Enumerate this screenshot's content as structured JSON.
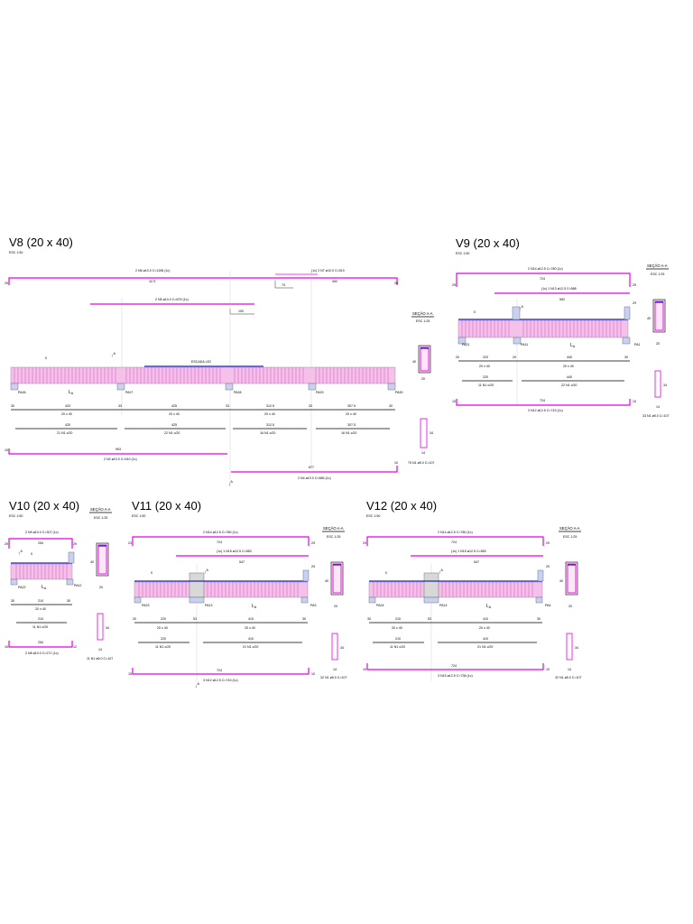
{
  "beams": [
    {
      "id": "v8",
      "title": "V8 (20 x 40)",
      "scale": "ESC 1:50",
      "top_bars": [
        "2 N6 ø10.0  C=1198  (1c)",
        "(1c)  2 N7 ø10.0  C=519"
      ],
      "top_lengths": [
        "1171",
        "74",
        "492"
      ],
      "neg_bar": "2 N5 ø10.0  C=675  (1c)",
      "neg_length": "100",
      "note": "ESCADA LE2",
      "mark_zero": "0",
      "axis_labels": [
        "A",
        "A"
      ],
      "la": "L",
      "la_sub": "A",
      "supports": [
        "PA26",
        "PA27",
        "PA28",
        "PA29",
        "PA30"
      ],
      "support_dims": [
        "30",
        "33",
        "33",
        "33",
        "30"
      ],
      "spans": [
        "420",
        "425",
        "312.5",
        "307.5"
      ],
      "sections": [
        "20 x 40",
        "20 x 40",
        "20 x 40",
        "20 x 40"
      ],
      "stirrup_lengths": [
        "420",
        "425",
        "312.5",
        "307.5"
      ],
      "stirrups": [
        "21 N1 c/20",
        "22 N1 c/20",
        "16 N1 c/20",
        "16 N1 c/20"
      ],
      "bottom_bar_len": "903",
      "bottom_bar": "2 N2 ø10.0  C=910  (1c)",
      "bottom_bar2_len": "677",
      "bottom_bar2": "2 N4 ø10.0  C=685  (1c)",
      "hook_left": "29",
      "hook_right": "29",
      "hook_bl": "10",
      "hook_br": "10",
      "section_title": "SEÇÃO A-A",
      "section_scale": "ESC 1:25",
      "section_h": "40",
      "section_w": "20",
      "stirrup_detail_h": "34",
      "stirrup_detail_w": "14",
      "stirrup_detail_label": "75 N1 ø5.0  C=107"
    },
    {
      "id": "v9",
      "title": "V9 (20 x 40)",
      "scale": "ESC 1:50",
      "top_bars": [
        "2 N14 ø12.5  C=780  (1c)"
      ],
      "top_lengths": [
        "724"
      ],
      "neg_bar": "(1c) 1 N13 ø12.5  C=588",
      "neg_length": "552",
      "mark_zero": "0",
      "axis_labels": [
        "A",
        "A"
      ],
      "la": "L",
      "la_sub": "A",
      "supports": [
        "PA21",
        "PA11",
        "PA1"
      ],
      "support_dims": [
        "20",
        "20",
        "30"
      ],
      "spans": [
        "220",
        "440"
      ],
      "sections": [
        "20 x 40",
        "20 x 40"
      ],
      "stirrup_lengths": [
        "220",
        "440"
      ],
      "stirrups": [
        "11 N1 c/20",
        "22 N1 c/20"
      ],
      "bottom_bar_len": "724",
      "bottom_bar": "3 N12 ø12.5  C=743  (1c)",
      "hook_left": "29",
      "hook_right": "29",
      "hook_bl": "10",
      "hook_br": "10",
      "section_title": "SEÇÃO A-A",
      "section_scale": "ESC 1:25",
      "section_h": "40",
      "section_w": "20",
      "stirrup_detail_h": "34",
      "stirrup_detail_w": "14",
      "stirrup_detail_label": "33 N1 ø5.0  C=107"
    },
    {
      "id": "v10",
      "title": "V10 (20 x 40)",
      "scale": "ESC 1:50",
      "top_bars": [
        "2 N9 ø10.0  C=307  (1c)"
      ],
      "top_lengths": [
        "254"
      ],
      "mark_zero": "0",
      "axis_labels": [
        "A"
      ],
      "la": "L",
      "la_sub": "A",
      "supports": [
        "PA22",
        "PA12"
      ],
      "support_dims": [
        "30",
        "30"
      ],
      "spans": [
        "210"
      ],
      "sections": [
        "20 x 40"
      ],
      "stirrup_lengths": [
        "210"
      ],
      "stirrups": [
        "11 N1 c/20"
      ],
      "bottom_bar_len": "254",
      "bottom_bar": "2 N8 ø10.0  C=271  (1c)",
      "hook_left": "29",
      "hook_right": "29",
      "hook_bl": "10",
      "hook_br": "12",
      "section_title": "SEÇÃO A-A",
      "section_scale": "ESC 1:25",
      "section_h": "40",
      "section_w": "20",
      "stirrup_detail_h": "34",
      "stirrup_detail_w": "14",
      "stirrup_detail_label": "11 N1 ø5.0  C=107"
    },
    {
      "id": "v11",
      "title": "V11 (20 x 40)",
      "scale": "ESC 1:50",
      "top_bars": [
        "2 N14 ø12.5  C=780  (1c)"
      ],
      "top_lengths": [
        "724"
      ],
      "neg_bar": "(1c) 1 N15 ø12.5  C=583",
      "neg_length": "547",
      "mark_zero": "0",
      "axis_labels": [
        "A",
        "A"
      ],
      "la": "L",
      "la_sub": "A",
      "supports": [
        "PA23",
        "PA13",
        "PA3"
      ],
      "support_dims": [
        "20",
        "53",
        "30"
      ],
      "spans": [
        "220",
        "410"
      ],
      "sections": [
        "20 x 40",
        "20 x 40"
      ],
      "stirrup_lengths": [
        "220",
        "410"
      ],
      "stirrups": [
        "11 N1 c/20",
        "21 N1 c/20"
      ],
      "bottom_bar_len": "724",
      "bottom_bar": "3 N12 ø12.5  C=743  (1c)",
      "hook_left": "23",
      "hook_right": "29",
      "hook_bl": "15",
      "hook_br": "10",
      "section_title": "SEÇÃO A-A",
      "section_scale": "ESC 1:25",
      "section_h": "40",
      "section_w": "20",
      "stirrup_detail_h": "34",
      "stirrup_detail_w": "14",
      "stirrup_detail_label": "32 N1 ø5.0  C=107"
    },
    {
      "id": "v12",
      "title": "V12 (20 x 40)",
      "scale": "ESC 1:50",
      "top_bars": [
        "2 N14 ø12.5  C=780  (1c)"
      ],
      "top_lengths": [
        "724"
      ],
      "neg_bar": "(1c) 1 N15 ø12.5  C=583",
      "neg_length": "547",
      "mark_zero": "0",
      "axis_labels": [
        "A",
        "A"
      ],
      "la": "L",
      "la_sub": "A",
      "supports": [
        "PA24",
        "PA14",
        "PA4"
      ],
      "support_dims": [
        "30",
        "53",
        "30"
      ],
      "spans": [
        "210",
        "410"
      ],
      "sections": [
        "20 x 40",
        "20 x 40"
      ],
      "stirrup_lengths": [
        "210",
        "410"
      ],
      "stirrups": [
        "11 N1 c/20",
        "21 N1 c/20"
      ],
      "bottom_bar_len": "724",
      "bottom_bar": "3 N15 ø12.5  C=738  (1c)",
      "hook_left": "29",
      "hook_right": "29",
      "hook_bl": "10",
      "hook_br": "10",
      "section_title": "SEÇÃO A-A",
      "section_scale": "ESC 1:25",
      "section_h": "40",
      "section_w": "20",
      "stirrup_detail_h": "34",
      "stirrup_detail_w": "14",
      "stirrup_detail_label": "32 N1 ø5.0  C=107"
    }
  ]
}
